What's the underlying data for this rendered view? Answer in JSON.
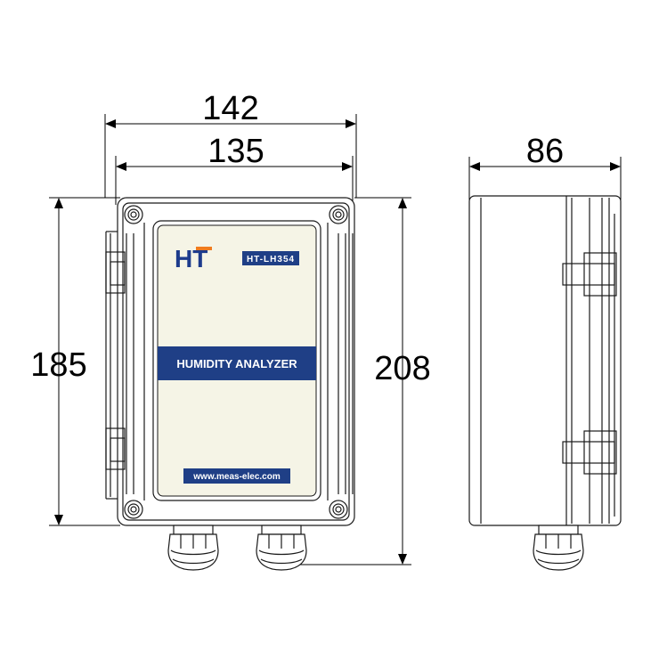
{
  "dimensions": {
    "overall_width": "142",
    "body_width": "135",
    "depth": "86",
    "body_height": "185",
    "overall_height": "208"
  },
  "front_panel": {
    "logo": "HT",
    "model": "HT-LH354",
    "product_name": "HUMIDITY ANALYZER",
    "website": "www.meas-elec.com"
  },
  "colors": {
    "panel_fill": "#f5f4e6",
    "label_blue": "#1f3f86",
    "logo_blue": "#1d3b8c",
    "logo_orange": "#f07c1e",
    "line": "#1a1a1a"
  },
  "icons": [
    "arrow-icon",
    "screw-icon",
    "cable-gland-icon",
    "hinge-icon"
  ]
}
